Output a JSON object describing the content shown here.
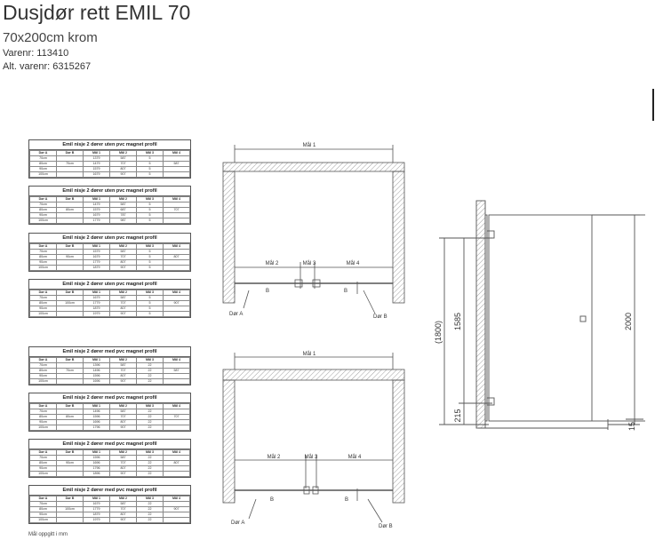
{
  "product": {
    "title": "Dusjdør rett EMIL 70",
    "subtitle": "70x200cm krom",
    "varenr": "Varenr: 113410",
    "alt_varenr": "Alt. varenr: 6315267"
  },
  "tables": [
    {
      "title": "Emil nisje 2 dører uten pvc magnet profil",
      "headers": [
        "Dør A",
        "Dør B",
        "Mål 1",
        "Mål 2",
        "Mål 3",
        "Mål 4"
      ],
      "rows": [
        [
          "70cm",
          "",
          "1379",
          "587",
          "5",
          ""
        ],
        [
          "80cm",
          "70cm",
          "1479",
          "707",
          "5",
          "587"
        ],
        [
          "90cm",
          "",
          "1579",
          "807",
          "5",
          ""
        ],
        [
          "100cm",
          "",
          "1679",
          "907",
          "5",
          ""
        ]
      ]
    },
    {
      "title": "Emil nisje 2 dører uten pvc magnet profil",
      "headers": [
        "Dør A",
        "Dør B",
        "Mål 1",
        "Mål 2",
        "Mål 3",
        "Mål 4"
      ],
      "rows": [
        [
          "70cm",
          "",
          "1479",
          "587",
          "5",
          ""
        ],
        [
          "80cm",
          "80cm",
          "1579",
          "687",
          "5",
          "707"
        ],
        [
          "90cm",
          "",
          "1679",
          "787",
          "5",
          ""
        ],
        [
          "100cm",
          "",
          "1779",
          "987",
          "5",
          ""
        ]
      ]
    },
    {
      "title": "Emil nisje 2 dører uten pvc magnet profil",
      "headers": [
        "Dør A",
        "Dør B",
        "Mål 1",
        "Mål 2",
        "Mål 3",
        "Mål 4"
      ],
      "rows": [
        [
          "70cm",
          "",
          "1579",
          "587",
          "5",
          ""
        ],
        [
          "80cm",
          "90cm",
          "1679",
          "707",
          "5",
          "807"
        ],
        [
          "90cm",
          "",
          "1779",
          "807",
          "5",
          ""
        ],
        [
          "100cm",
          "",
          "1879",
          "907",
          "5",
          ""
        ]
      ]
    },
    {
      "title": "Emil nisje 2 dører uten pvc magnet profil",
      "headers": [
        "Dør A",
        "Dør B",
        "Mål 1",
        "Mål 2",
        "Mål 3",
        "Mål 4"
      ],
      "rows": [
        [
          "70cm",
          "",
          "1679",
          "587",
          "5",
          ""
        ],
        [
          "80cm",
          "100cm",
          "1779",
          "707",
          "5",
          "907"
        ],
        [
          "90cm",
          "",
          "1879",
          "807",
          "5",
          ""
        ],
        [
          "100cm",
          "",
          "1979",
          "907",
          "5",
          ""
        ]
      ]
    },
    {
      "title": "Emil nisje 2 dører med pvc magnet profil",
      "headers": [
        "Dør A",
        "Dør B",
        "Mål 1",
        "Mål 2",
        "Mål 3",
        "Mål 4"
      ],
      "rows": [
        [
          "70cm",
          "",
          "1396",
          "587",
          "22",
          ""
        ],
        [
          "80cm",
          "70cm",
          "1496",
          "707",
          "22",
          "587"
        ],
        [
          "90cm",
          "",
          "1596",
          "807",
          "22",
          ""
        ],
        [
          "100cm",
          "",
          "1696",
          "907",
          "22",
          ""
        ]
      ]
    },
    {
      "title": "Emil nisje 2 dører med pvc magnet profil",
      "headers": [
        "Dør A",
        "Dør B",
        "Mål 1",
        "Mål 2",
        "Mål 3",
        "Mål 4"
      ],
      "rows": [
        [
          "70cm",
          "",
          "1496",
          "587",
          "22",
          ""
        ],
        [
          "80cm",
          "80cm",
          "1596",
          "707",
          "22",
          "707"
        ],
        [
          "90cm",
          "",
          "1696",
          "807",
          "22",
          ""
        ],
        [
          "100cm",
          "",
          "1796",
          "907",
          "22",
          ""
        ]
      ]
    },
    {
      "title": "Emil nisje 2 dører med pvc magnet profil",
      "headers": [
        "Dør A",
        "Dør B",
        "Mål 1",
        "Mål 2",
        "Mål 3",
        "Mål 4"
      ],
      "rows": [
        [
          "70cm",
          "",
          "1596",
          "587",
          "22",
          ""
        ],
        [
          "80cm",
          "90cm",
          "1696",
          "707",
          "22",
          "807"
        ],
        [
          "90cm",
          "",
          "1796",
          "807",
          "22",
          ""
        ],
        [
          "100cm",
          "",
          "1896",
          "907",
          "22",
          ""
        ]
      ]
    },
    {
      "title": "Emil nisje 2 dører med pvc magnet profil",
      "headers": [
        "Dør A",
        "Dør B",
        "Mål 1",
        "Mål 2",
        "Mål 3",
        "Mål 4"
      ],
      "rows": [
        [
          "70cm",
          "",
          "1679",
          "587",
          "22",
          ""
        ],
        [
          "80cm",
          "100cm",
          "1779",
          "707",
          "22",
          "907"
        ],
        [
          "90cm",
          "",
          "1879",
          "807",
          "22",
          ""
        ],
        [
          "100cm",
          "",
          "1979",
          "907",
          "22",
          ""
        ]
      ]
    }
  ],
  "note": "Mål oppgitt i mm",
  "plans": {
    "mal1": "Mål 1",
    "mal2": "Mål 2",
    "mal3": "Mål 3",
    "mal4": "Mål 4",
    "dor_a": "Dør A",
    "dor_b": "Dør B",
    "b": "B"
  },
  "elevation": {
    "h1800": "(1800)",
    "h1585": "1585",
    "h215": "215",
    "h2000": "2000",
    "h15": "15"
  }
}
